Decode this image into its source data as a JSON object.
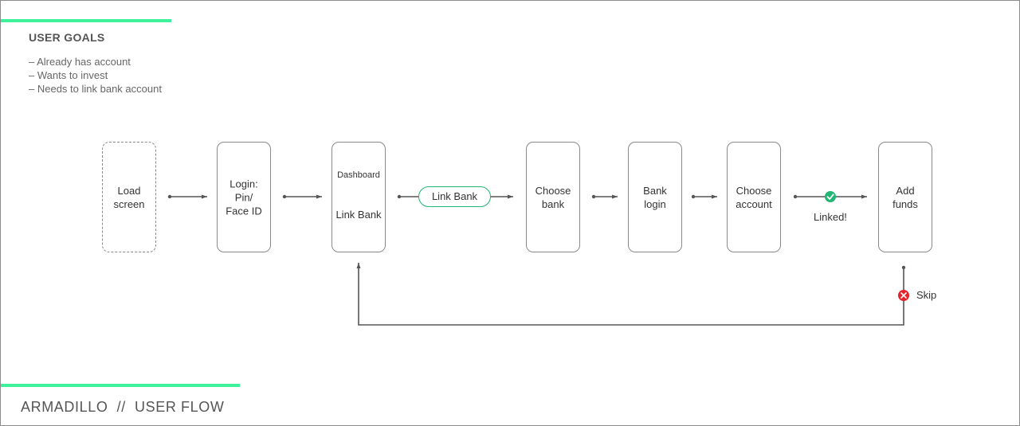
{
  "goals": {
    "title": "USER GOALS",
    "items": [
      "– Already has account",
      "– Wants to invest",
      "– Needs to link bank account"
    ]
  },
  "flow": {
    "load": "Load\nscreen",
    "login": "Login:\nPin/\nFace ID",
    "dashboard_small": "Dashboard",
    "dashboard_main": "Link Bank",
    "link_bank_pill": "Link Bank",
    "choose_bank": "Choose\nbank",
    "bank_login": "Bank\nlogin",
    "choose_account": "Choose\naccount",
    "linked": "Linked!",
    "add_funds": "Add\nfunds",
    "skip": "Skip"
  },
  "footer": {
    "title": "ARMADILLO  //  USER FLOW"
  },
  "colors": {
    "accent": "#3df29a",
    "success": "#22b573",
    "error": "#e8202a",
    "connector": "#555555"
  }
}
